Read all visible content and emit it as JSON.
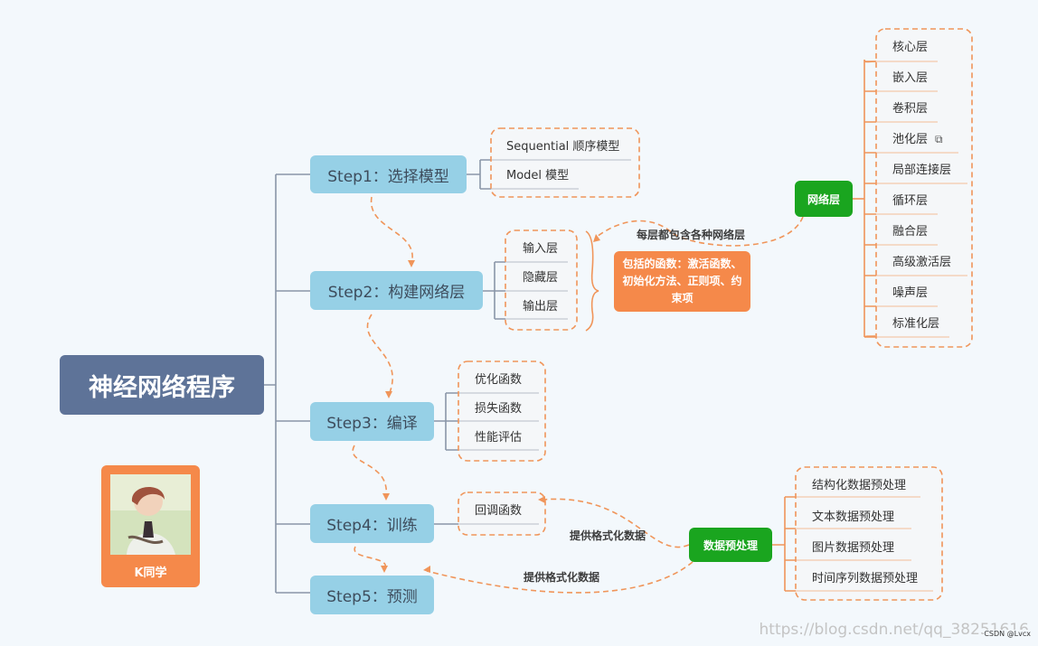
{
  "root": {
    "title": "神经网络程序"
  },
  "steps": [
    {
      "label": "Step1：选择模型",
      "children": [
        "Sequential 顺序模型",
        "Model 模型"
      ]
    },
    {
      "label": "Step2：构建网络层",
      "children": [
        "输入层",
        "隐藏层",
        "输出层"
      ]
    },
    {
      "label": "Step3：编译",
      "children": [
        "优化函数",
        "损失函数",
        "性能评估"
      ]
    },
    {
      "label": "Step4：训练",
      "children": [
        "回调函数"
      ]
    },
    {
      "label": "Step5：预测",
      "children": []
    }
  ],
  "network_layers": {
    "label": "网络层",
    "items": [
      "核心层",
      "嵌入层",
      "卷积层",
      "池化层",
      "局部连接层",
      "循环层",
      "融合层",
      "高级激活层",
      "噪声层",
      "标准化层"
    ]
  },
  "functions_note": {
    "text": "包括的函数：激活函数、初始化方法、正则项、约束项"
  },
  "relation_each_layer": "每层都包含各种网络层",
  "preprocessing": {
    "label": "数据预处理",
    "items": [
      "结构化数据预处理",
      "文本数据预处理",
      "图片数据预处理",
      "时间序列数据预处理"
    ]
  },
  "relation_format_1": "提供格式化数据",
  "relation_format_2": "提供格式化数据",
  "avatar": {
    "name": "K同学"
  },
  "watermark": {
    "url": "https://blog.csdn.net/qq_38251616",
    "credit": "CSDN @Lvcx"
  },
  "colors": {
    "root": "#5e7398",
    "step": "#96d0e6",
    "green": "#1aa51f",
    "orange": "#f5894a",
    "dash": "#f0955a",
    "line": "#8a96a8"
  },
  "icons": {
    "pool_link": "link-icon"
  }
}
